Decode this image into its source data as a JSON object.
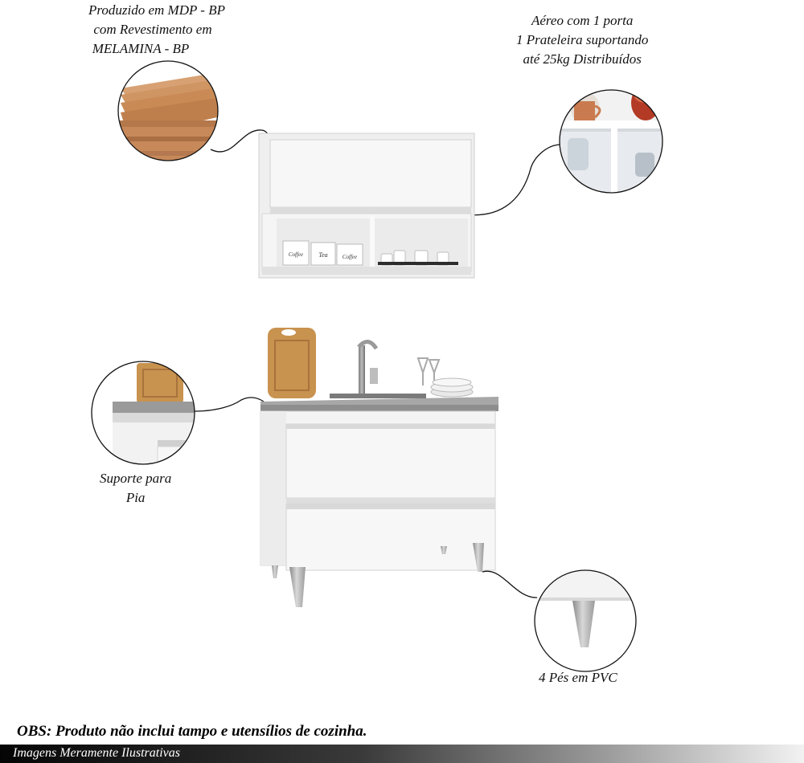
{
  "callouts": {
    "material": {
      "lines": [
        "Produzido em MDP - BP",
        "com Revestimento em",
        "MELAMINA - BP"
      ]
    },
    "aereo": {
      "lines": [
        "Aéreo  com 1 porta",
        "1 Prateleira suportando",
        "até 25kg Distribuídos"
      ]
    },
    "suporte": {
      "lines": [
        "Suporte para",
        "Pia"
      ]
    },
    "pes": {
      "lines": [
        "4 Pés em PVC"
      ]
    }
  },
  "box_labels": {
    "coffee": "Coffee",
    "tea": "Tea",
    "coffee2": "Coffee"
  },
  "notes": {
    "obs": "OBS: Produto não inclui tampo e utensílios de cozinha.",
    "footer": "Imagens Meramente Ilustrativas"
  },
  "colors": {
    "cabinet": "#f4f4f4",
    "edge": "#d9d9d9",
    "wood": "#c98a55",
    "board": "#c8924f",
    "steel": "#9a9a9a",
    "accent_copper": "#c0623a"
  }
}
